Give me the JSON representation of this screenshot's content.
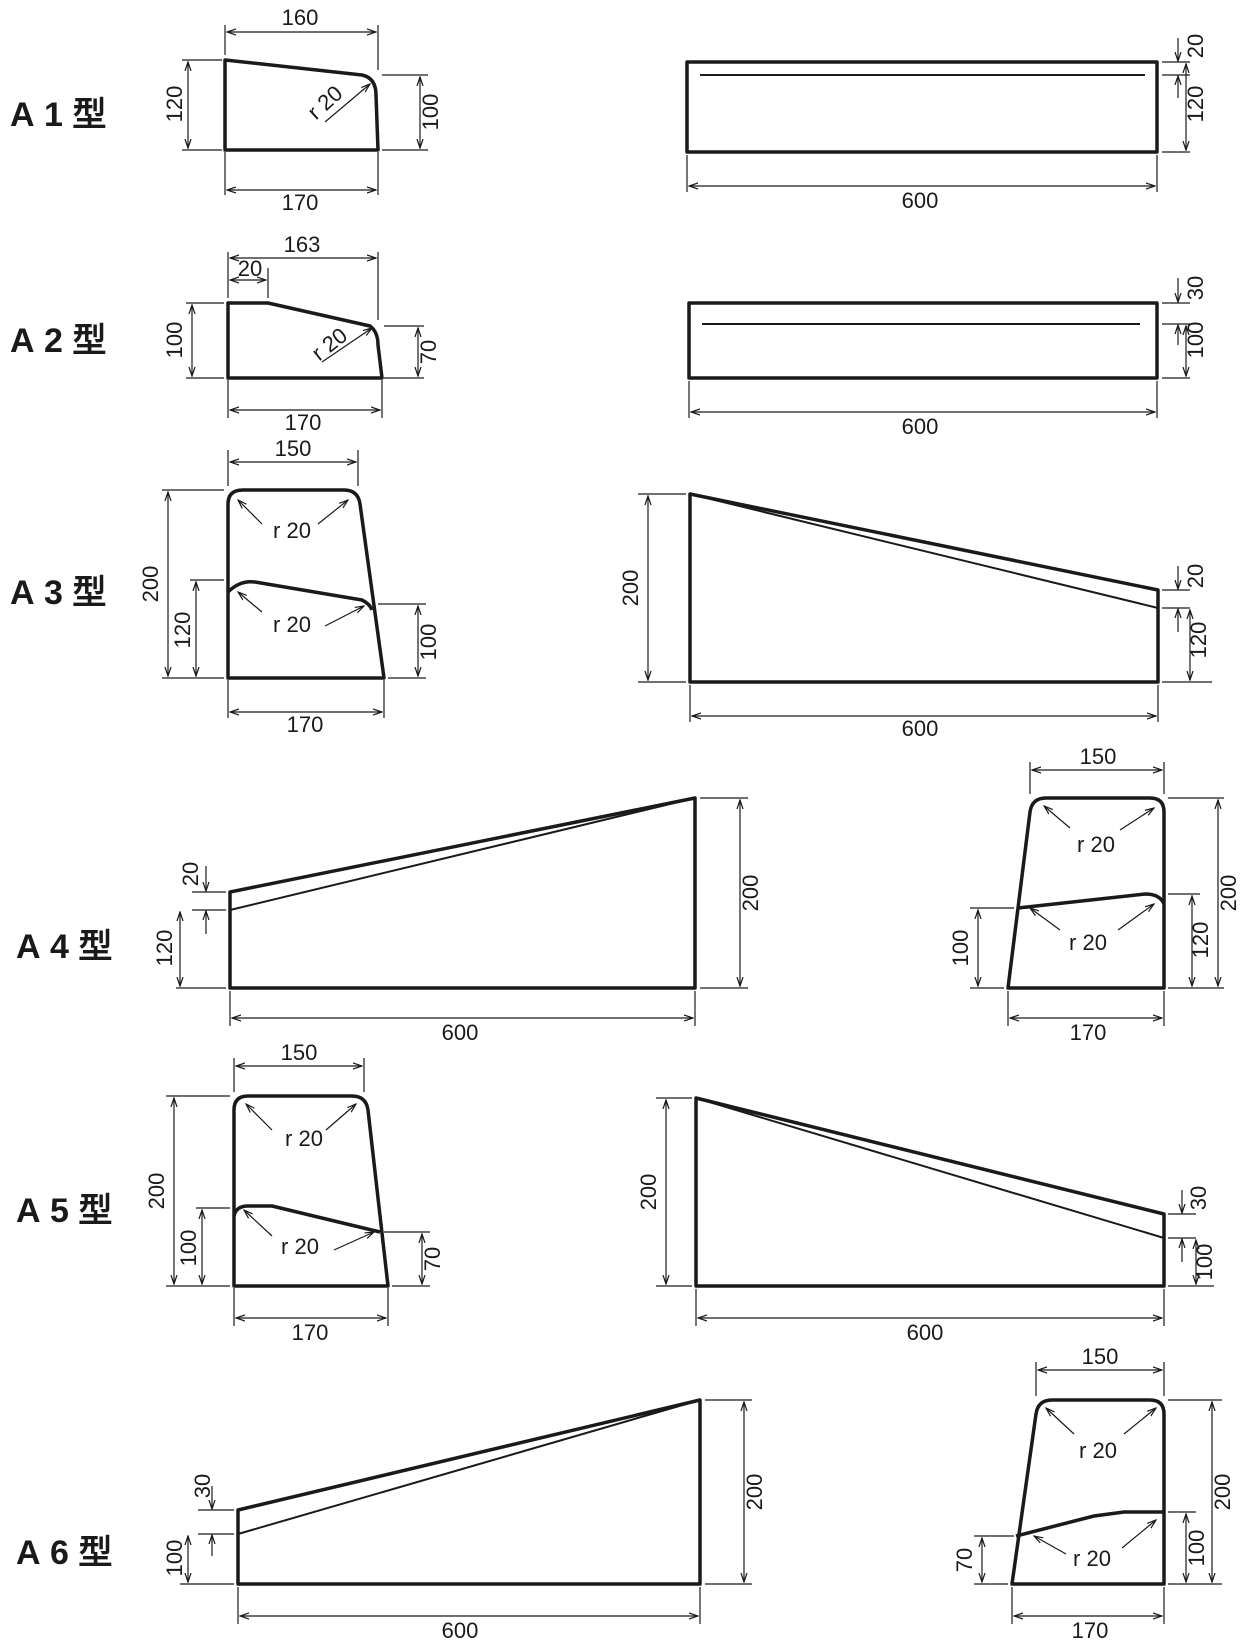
{
  "types": [
    {
      "label": "A 1 型",
      "dims": {
        "top": "160",
        "left": "120",
        "right": "100",
        "radius": "r 20",
        "bottom": "170",
        "side_step": "20",
        "side_height": "120",
        "side_length": "600"
      }
    },
    {
      "label": "A 2 型",
      "dims": {
        "top": "163",
        "top_step": "20",
        "left": "100",
        "right": "70",
        "radius": "r 20",
        "bottom": "170",
        "side_step": "30",
        "side_height": "100",
        "side_length": "600"
      }
    },
    {
      "label": "A 3 型",
      "dims": {
        "top": "150",
        "height": "200",
        "left_inner": "120",
        "right": "100",
        "radius_top": "r 20",
        "radius_bottom": "r 20",
        "bottom": "170",
        "side_height": "200",
        "side_step": "20",
        "side_low": "120",
        "side_length": "600"
      }
    },
    {
      "label": "A 4 型",
      "dims": {
        "side_step": "20",
        "side_low": "120",
        "side_height": "200",
        "side_length": "600",
        "top": "150",
        "height": "200",
        "left": "100",
        "right_inner": "120",
        "radius_top": "r 20",
        "radius_bottom": "r 20",
        "bottom": "170"
      }
    },
    {
      "label": "A 5 型",
      "dims": {
        "top": "150",
        "height": "200",
        "left_inner": "100",
        "right": "70",
        "radius_top": "r 20",
        "radius_bottom": "r 20",
        "bottom": "170",
        "side_height": "200",
        "side_step": "30",
        "side_low": "100",
        "side_length": "600"
      }
    },
    {
      "label": "A 6 型",
      "dims": {
        "side_step": "30",
        "side_low": "100",
        "side_height": "200",
        "side_length": "600",
        "top": "150",
        "height": "200",
        "left": "70",
        "right_inner": "100",
        "radius_top": "r 20",
        "radius_bottom": "r 20",
        "bottom": "170"
      }
    }
  ]
}
